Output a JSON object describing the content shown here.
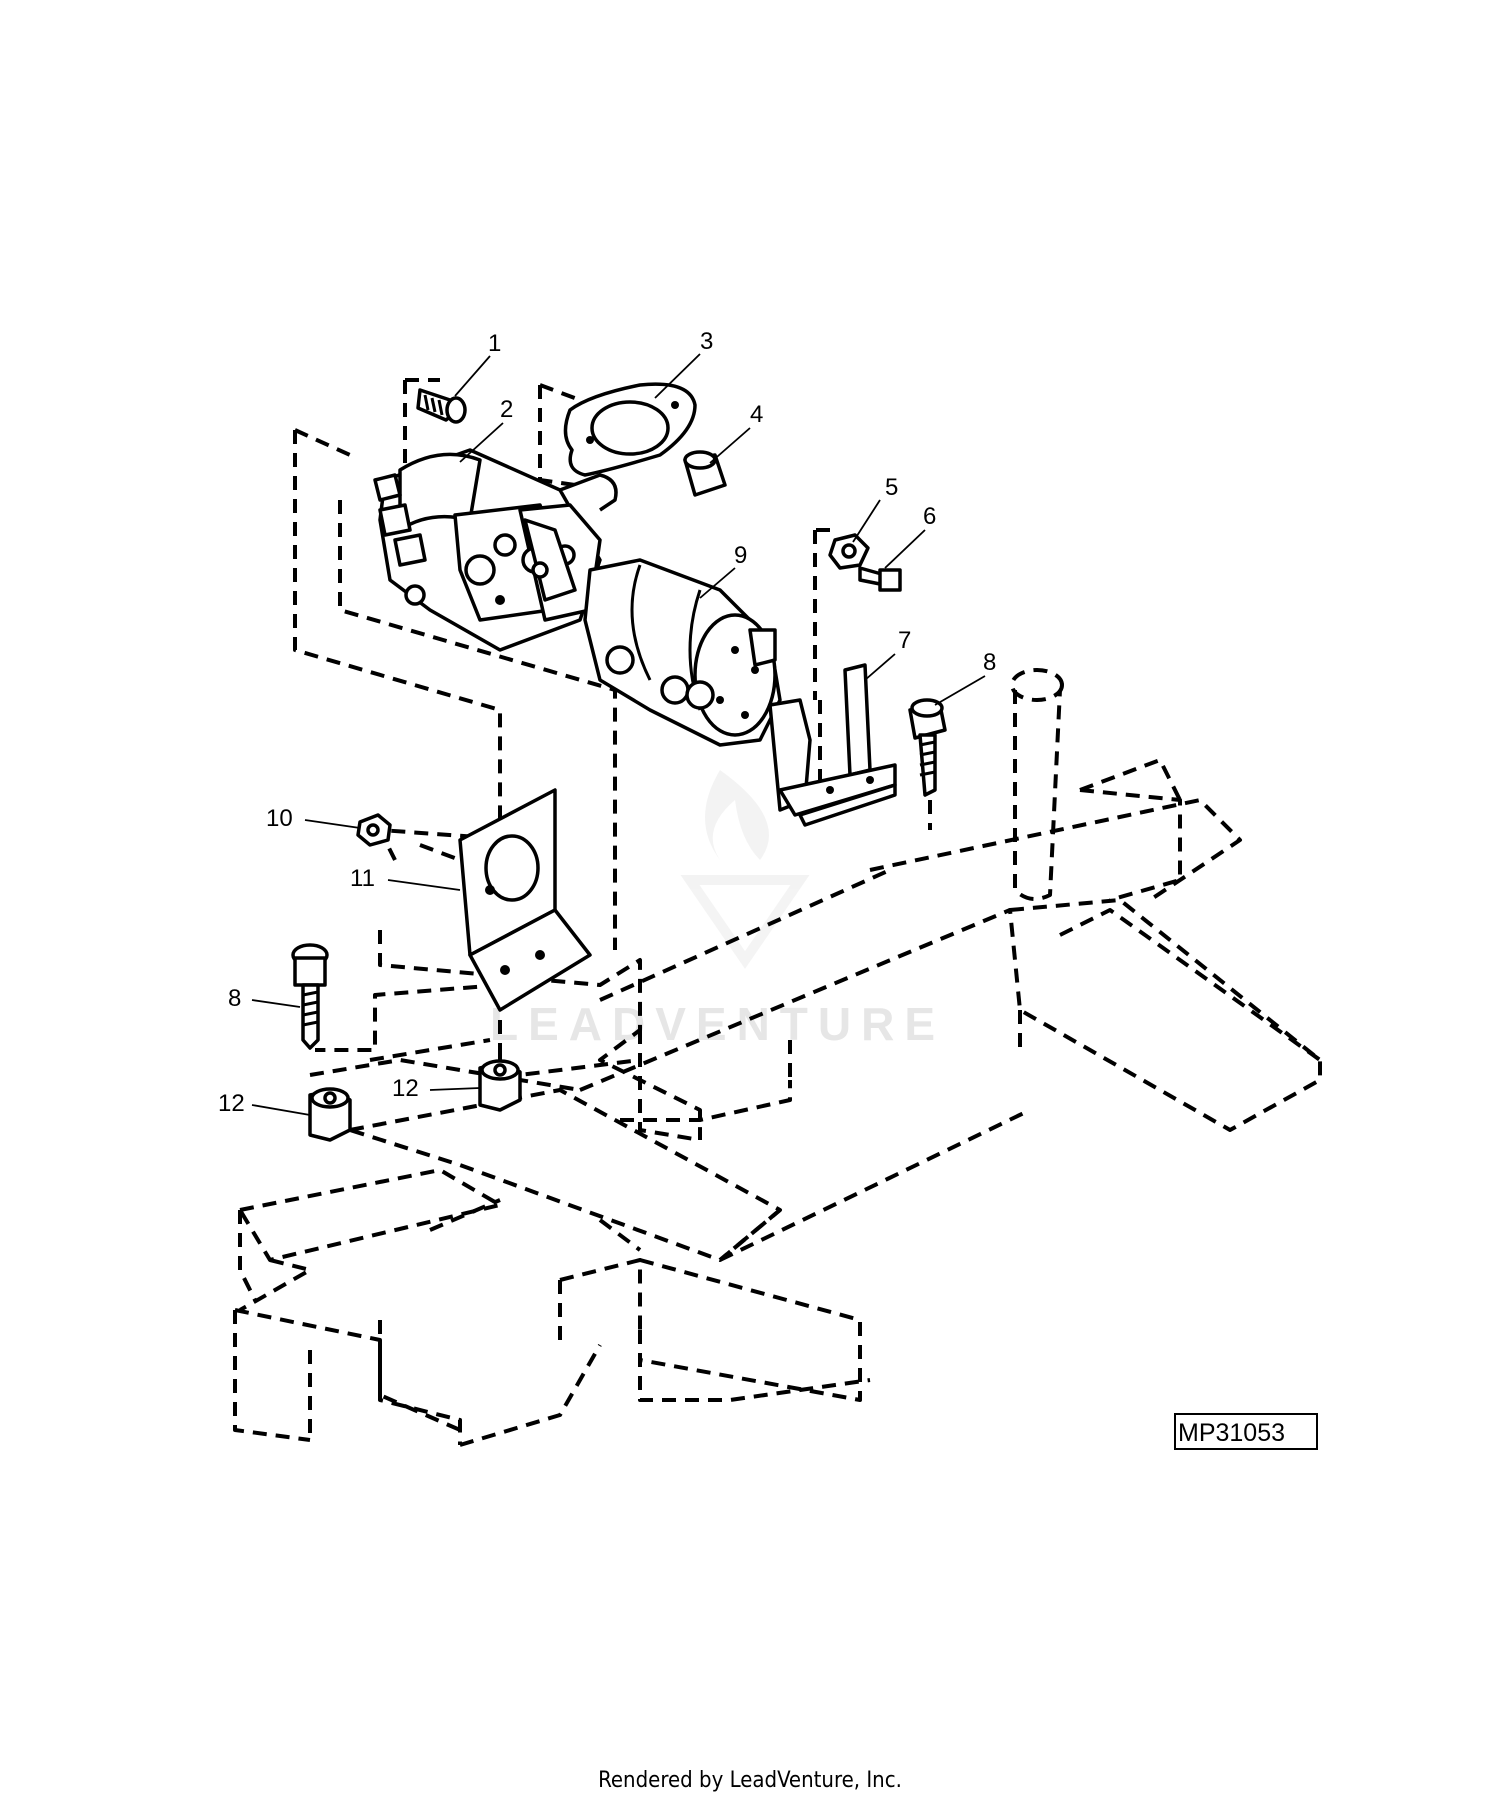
{
  "figure_id": "MP31053",
  "credit": "Rendered by LeadVenture, Inc.",
  "watermark": "LEADVENTURE",
  "callouts": [
    "1",
    "2",
    "3",
    "4",
    "5",
    "6",
    "9",
    "7",
    "8",
    "10",
    "11",
    "8",
    "12",
    "12"
  ]
}
